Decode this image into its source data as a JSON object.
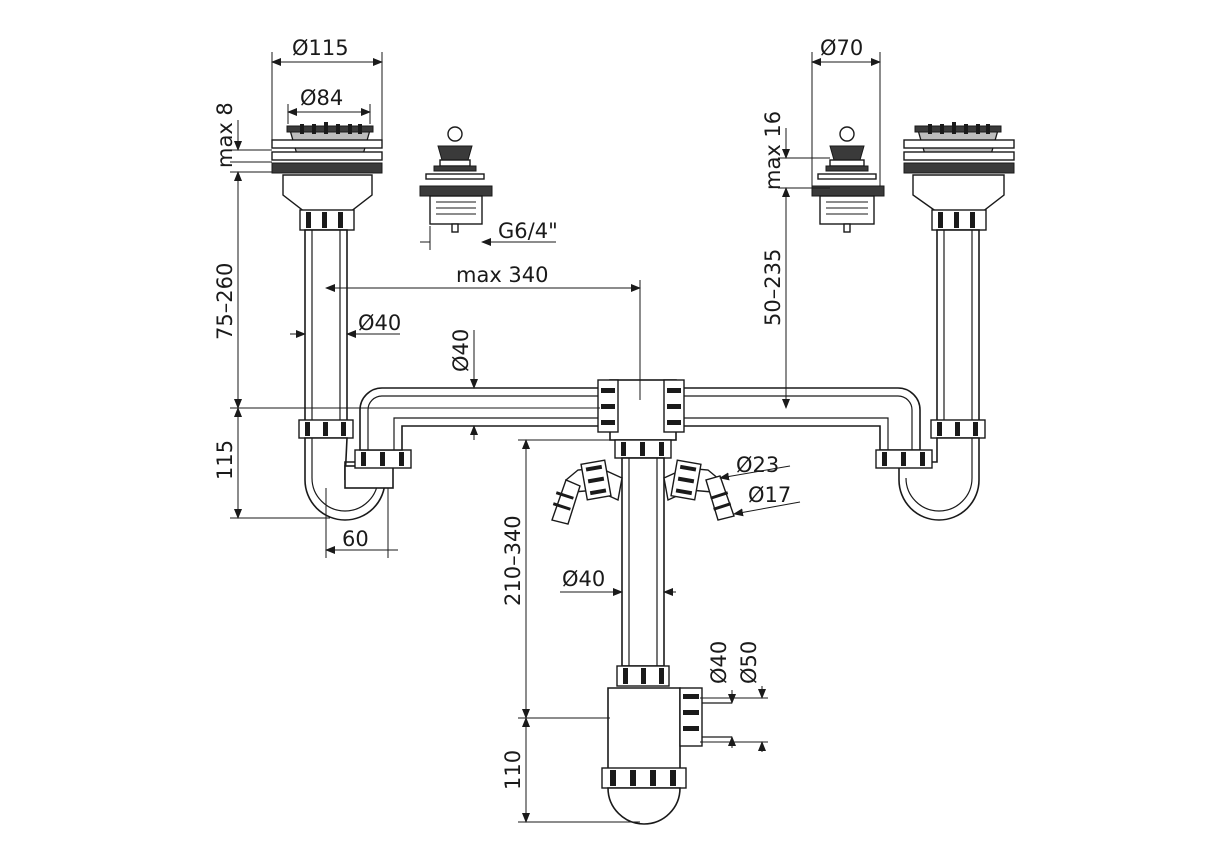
{
  "dimensions": {
    "d115": "Ø115",
    "d84": "Ø84",
    "max8": "max 8",
    "r75_260": "75–260",
    "d40_left": "Ø40",
    "r115": "115",
    "d60": "60",
    "g64": "G6/4\"",
    "max340": "max 340",
    "d40_trap": "Ø40",
    "d70": "Ø70",
    "max16": "max 16",
    "r50_235": "50–235",
    "d23": "Ø23",
    "d17": "Ø17",
    "r210_340": "210–340",
    "d40_center": "Ø40",
    "d40_outlet": "Ø40",
    "d50_outlet": "Ø50",
    "r110": "110"
  },
  "icons": [
    "strainer-waste",
    "plug-stopper",
    "bottle-trap",
    "hose-connector"
  ]
}
